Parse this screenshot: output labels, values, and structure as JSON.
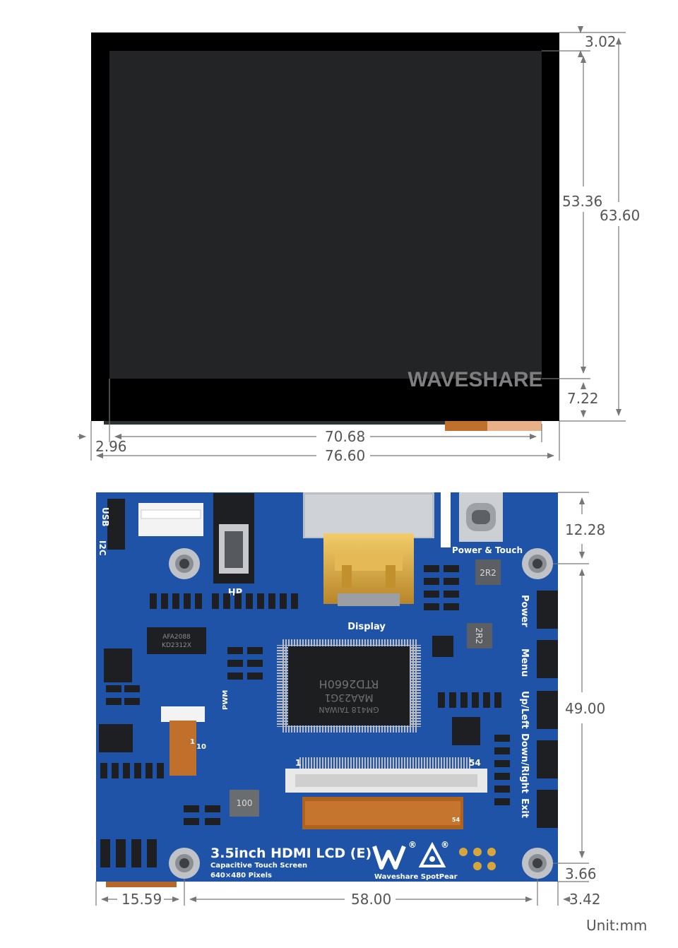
{
  "top_view": {
    "watermark": "WAVESHARE",
    "dims": {
      "top_gap": "3.02",
      "active_height": "53.36",
      "outline_height": "63.60",
      "bottom_gap": "7.22",
      "active_width": "70.68",
      "left_gap": "2.96",
      "outline_width": "76.60"
    }
  },
  "bottom_view": {
    "silkscreen": {
      "usb": "USB",
      "i2c": "I2C",
      "hp": "HP",
      "display": "Display",
      "power_touch": "Power & Touch",
      "pwm": "PWM",
      "pin1_top": "1",
      "pin54_top": "54",
      "pin54_small": "54",
      "pin1_fpc": "1",
      "fpc_10": "10",
      "inductor_top": "2R2",
      "inductor_mid": "2R2",
      "inductor_low": "100",
      "chip_line1": "RTD2660H",
      "chip_line2": "MAA23G1",
      "chip_line3": "GM418 TAIWAN",
      "ic_marking_1": "AFA2088",
      "ic_marking_2": "KD2312X",
      "product_title": "3.5inch HDMI LCD (E)",
      "product_sub1": "Capacitive Touch Screen",
      "product_sub2": "640×480 Pixels",
      "brands": "Waveshare  SpotPear",
      "reg_mark_1": "®",
      "reg_mark_2": "®"
    },
    "buttons": [
      "Power",
      "Menu",
      "Up/Left",
      "Down/Right",
      "Exit"
    ],
    "dims": {
      "top_hole": "12.28",
      "hole_span_v": "49.00",
      "bottom_hole": "3.66",
      "left_hole": "15.59",
      "hole_span_h": "58.00",
      "right_hole": "3.42"
    }
  },
  "unit_label": "Unit:mm",
  "colors": {
    "pcb": "#1f53a8",
    "screen_bezel": "#000000",
    "screen_panel": "#232426",
    "gold": "#d6a63d"
  }
}
